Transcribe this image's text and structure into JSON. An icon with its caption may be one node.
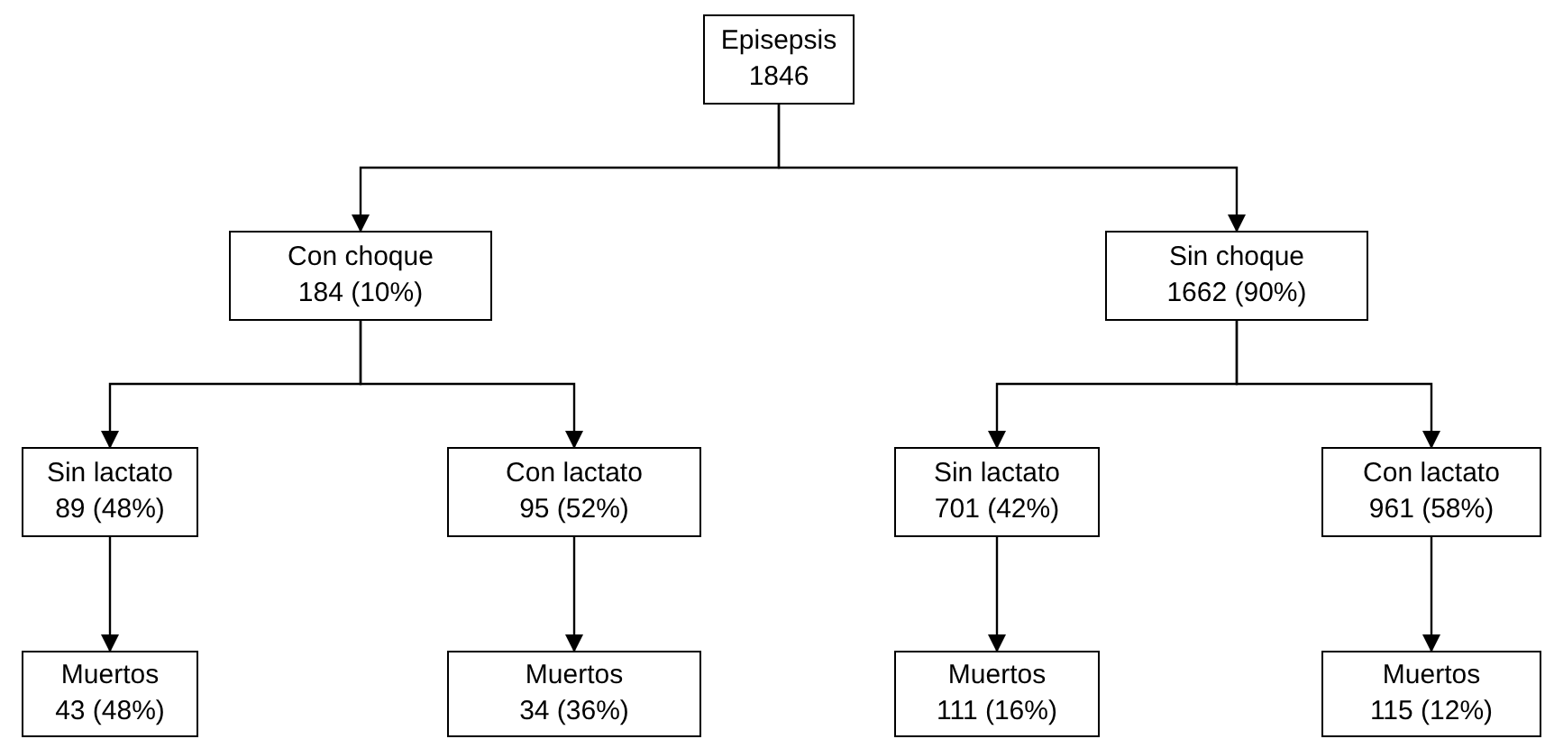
{
  "diagram": {
    "nodes": [
      {
        "text": [
          "Episepsis",
          "1846"
        ]
      },
      {
        "text": [
          "Con choque",
          "184 (10%)"
        ]
      },
      {
        "text": [
          "Sin choque",
          "1662 (90%)"
        ]
      },
      {
        "text": [
          "Sin lactato",
          "89 (48%)"
        ]
      },
      {
        "text": [
          "Con lactato",
          "95 (52%)"
        ]
      },
      {
        "text": [
          "Sin lactato",
          "701 (42%)"
        ]
      },
      {
        "text": [
          "Con lactato",
          "961 (58%)"
        ]
      },
      {
        "text": [
          "Muertos",
          "43 (48%)"
        ]
      },
      {
        "text": [
          "Muertos",
          "34 (36%)"
        ]
      },
      {
        "text": [
          "Muertos",
          "111 (16%)"
        ]
      },
      {
        "text": [
          "Muertos",
          "115 (12%)"
        ]
      }
    ],
    "edges": [
      {
        "from": 0,
        "to": 1,
        "arrow": "to"
      },
      {
        "from": 0,
        "to": 2,
        "arrow": "to"
      },
      {
        "from": 1,
        "to": 3,
        "arrow": "to"
      },
      {
        "from": 1,
        "to": 4,
        "arrow": "to"
      },
      {
        "from": 2,
        "to": 5,
        "arrow": "to"
      },
      {
        "from": 2,
        "to": 6,
        "arrow": "to"
      },
      {
        "from": 3,
        "to": 7,
        "arrow": "to"
      },
      {
        "from": 4,
        "to": 8,
        "arrow": "to"
      },
      {
        "from": 5,
        "to": 9,
        "arrow": "to"
      },
      {
        "from": 6,
        "to": 10,
        "arrow": "to"
      }
    ]
  }
}
